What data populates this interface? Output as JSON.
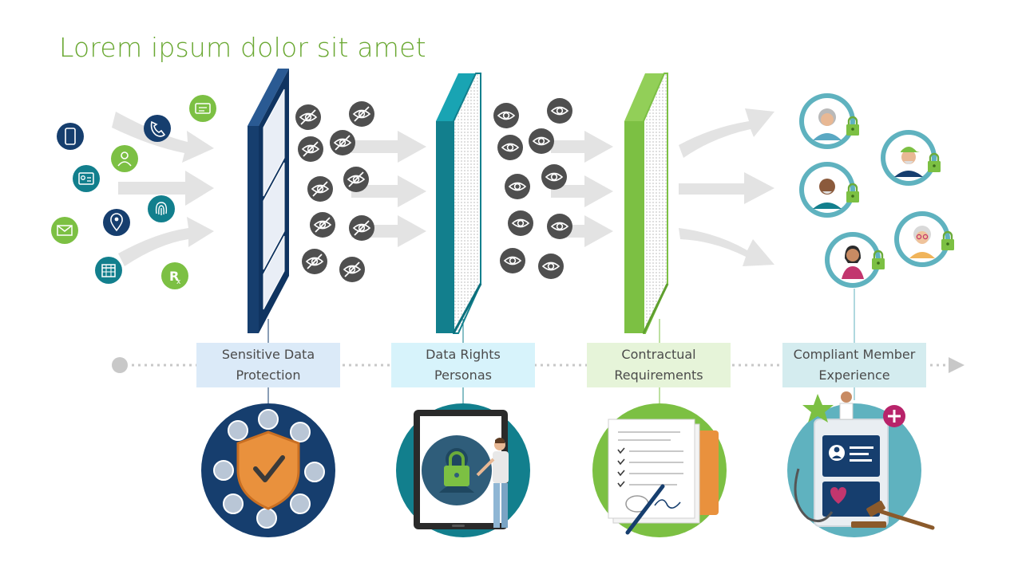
{
  "title": "Lorem ipsum dolor sit amet",
  "stages": [
    {
      "label": "Sensitive Data Protection",
      "color": "#163e6e"
    },
    {
      "label": "Data Rights Personas",
      "color": "#127f8d"
    },
    {
      "label": "Contractual Requirements",
      "color": "#7cc043"
    },
    {
      "label": "Compliant Member Experience",
      "color": "#5fb2bf"
    }
  ],
  "colors": {
    "title": "#6aa832",
    "navy": "#163e6e",
    "teal": "#127f8d",
    "green": "#7cc043",
    "arrow": "#e3e3e3",
    "eye": "#4f4f4f"
  },
  "input_icons": [
    "mobile-phone-icon",
    "phone-handset-icon",
    "id-card-icon",
    "person-icon",
    "badge-icon",
    "fingerprint-icon",
    "location-pin-icon",
    "email-icon",
    "calendar-icon",
    "prescription-icon"
  ],
  "members": [
    "elderly-woman",
    "man-green-cap",
    "senior-man",
    "woman-tank-top",
    "grandmother-glasses"
  ]
}
